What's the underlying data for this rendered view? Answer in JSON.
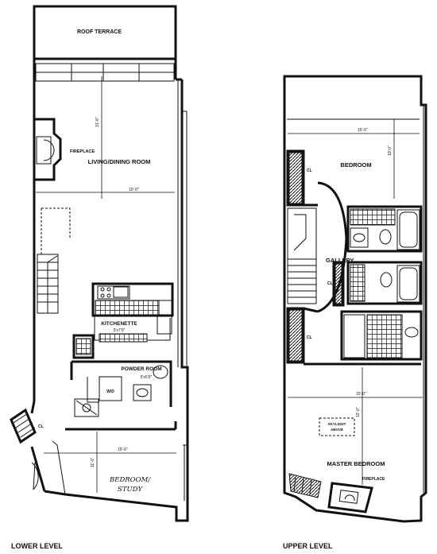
{
  "lower_level": {
    "caption": "LOWER LEVEL",
    "rooms": {
      "roof_terrace": "ROOF TERRACE",
      "fireplace": "FIREPLACE",
      "living_dining": "LIVING/DINING ROOM",
      "kitchenette": "KITCHENETTE",
      "kitchenette_dim": "5'x7'0\"",
      "powder_room": "POWDER ROOM",
      "powder_room_dim": "5'x5'6\"",
      "wd": "W/D",
      "cl": "CL",
      "bedroom_study_1": "BEDROOM/",
      "bedroom_study_2": "STUDY"
    },
    "dimensions": {
      "living_width": "15'-0\"",
      "living_depth": "31'-6\"",
      "bedroom_width": "15'-6\"",
      "bedroom_depth": "11'-0\""
    }
  },
  "upper_level": {
    "caption": "UPPER LEVEL",
    "rooms": {
      "bedroom": "BEDROOM",
      "gallery": "GALLERY",
      "master_bedroom": "MASTER BEDROOM",
      "skylight_1": "SKYLIGHT",
      "skylight_2": "ABOVE",
      "fireplace": "FIREPLACE",
      "cl": "CL"
    },
    "dimensions": {
      "bedroom_width": "15'-0\"",
      "bedroom_depth": "10'-0\"",
      "master_width": "15'-0\"",
      "master_depth": "12'-0\""
    }
  }
}
